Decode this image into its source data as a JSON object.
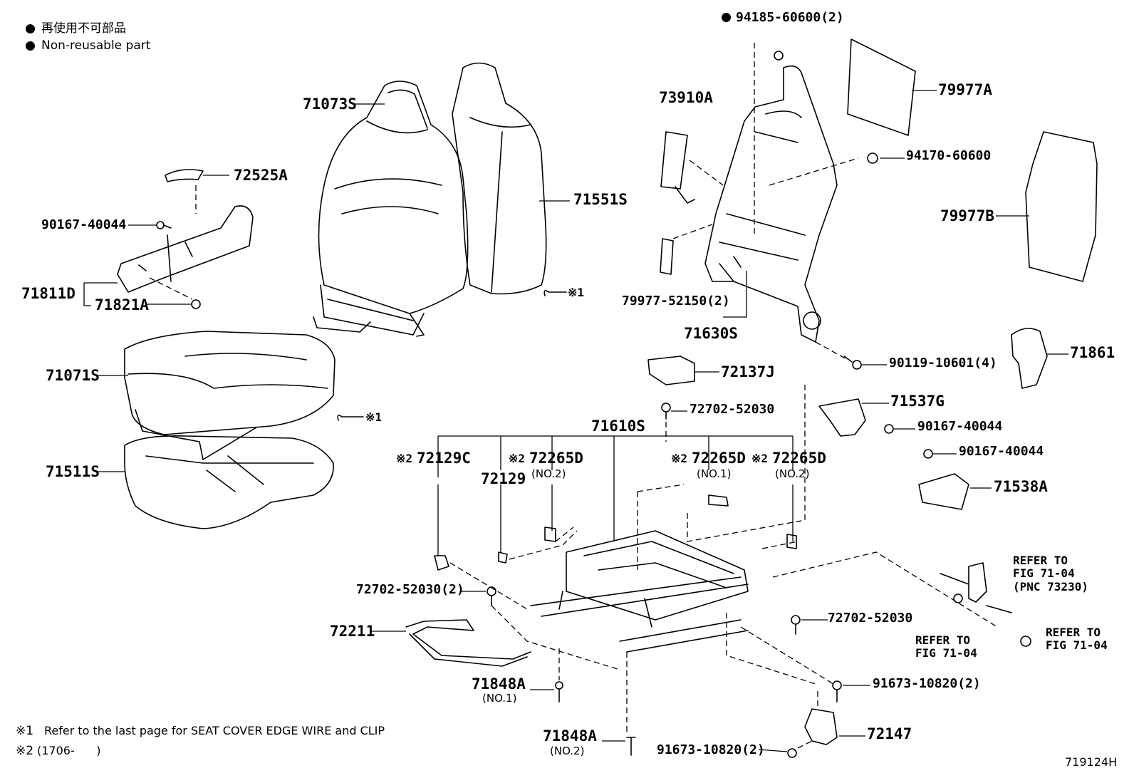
{
  "legend": {
    "jp": "再使用不可部品",
    "en": "Non-reusable part"
  },
  "notes": {
    "n1_mark": "※1",
    "n1_text": "Refer to the last page for SEAT COVER EDGE WIRE and CLIP",
    "n2_mark": "※2",
    "n2_text": "(1706-      )",
    "mark1": "※1",
    "mark2": "※2"
  },
  "figure_id": "719124H",
  "parts": {
    "p71073S": "71073S",
    "p71551S": "71551S",
    "p72525A": "72525A",
    "p90167_40044_a": "90167-40044",
    "p71811D": "71811D",
    "p71821A": "71821A",
    "p71071S": "71071S",
    "p71511S": "71511S",
    "p94185": "94185-60600(2)",
    "p73910A": "73910A",
    "p79977A": "79977A",
    "p94170": "94170-60600",
    "p79977B": "79977B",
    "p79977_52150": "79977-52150(2)",
    "p71630S": "71630S",
    "p90119": "90119-10601(4)",
    "p71861": "71861",
    "p72137J": "72137J",
    "p72702_a": "72702-52030",
    "p71537G": "71537G",
    "p90167_40044_b": "90167-40044",
    "p90167_40044_c": "90167-40044",
    "p71538A": "71538A",
    "p71610S": "71610S",
    "p72129C": "72129C",
    "p72129": "72129",
    "p72265D_1": "72265D",
    "p72265D_2": "72265D",
    "p72265D_3": "72265D",
    "no2_a": "(NO.2)",
    "no1_a": "(NO.1)",
    "no2_b": "(NO.2)",
    "p72702_2": "72702-52030(2)",
    "p72211": "72211",
    "p71848A_1": "71848A",
    "no1_b": "(NO.1)",
    "p71848A_2": "71848A",
    "no2_c": "(NO.2)",
    "p72702_b": "72702-52030",
    "p91673_a": "91673-10820(2)",
    "p91673_b": "91673-10820(2)",
    "p72147": "72147"
  },
  "refs": {
    "r1_l1": "REFER TO",
    "r1_l2": "FIG 71-04",
    "r1_l3": "(PNC 73230)",
    "r2_l1": "REFER TO",
    "r2_l2": "FIG 71-04",
    "r3_l1": "REFER TO",
    "r3_l2": "FIG 71-04"
  }
}
